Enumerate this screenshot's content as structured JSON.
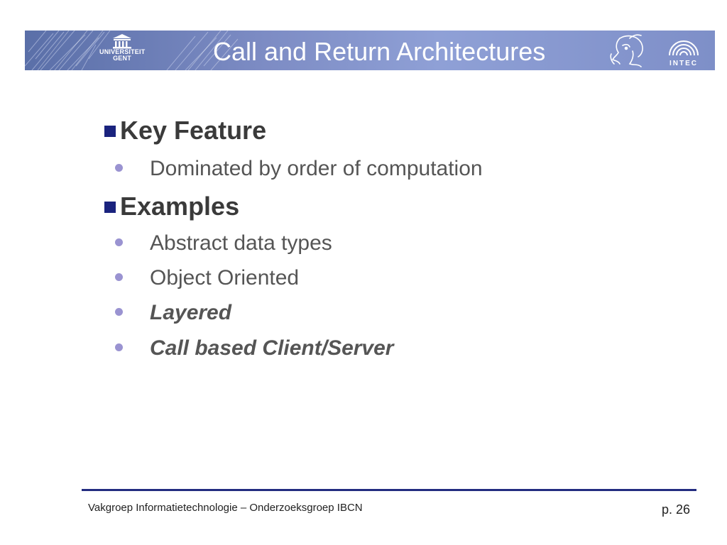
{
  "header": {
    "title": "Call and Return Architectures",
    "university_logo": {
      "line1": "UNIVERSITEIT",
      "line2": "GENT",
      "icon": "university-building-icon"
    },
    "department_logo": {
      "text": "INTEC",
      "icon": "intec-arches-icon"
    },
    "decorative_icon": "minerva-head-icon"
  },
  "colors": {
    "banner": "#7d8cc4",
    "bullet_square": "#1a237e",
    "bullet_dot": "#9a93d1",
    "rule": "#232c80",
    "body_text": "#555555",
    "heading_text": "#3a3a3a"
  },
  "sections": [
    {
      "heading": "Key Feature",
      "items": [
        {
          "text": "Dominated by order of computation",
          "emphasis": false
        }
      ]
    },
    {
      "heading": "Examples",
      "items": [
        {
          "text": "Abstract data types",
          "emphasis": false
        },
        {
          "text": "Object Oriented",
          "emphasis": false
        },
        {
          "text": "Layered",
          "emphasis": true
        },
        {
          "text": "Call based Client/Server",
          "emphasis": true
        }
      ]
    }
  ],
  "footer": {
    "left": "Vakgroep Informatietechnologie – Onderzoeksgroep IBCN",
    "page": "p. 26"
  }
}
